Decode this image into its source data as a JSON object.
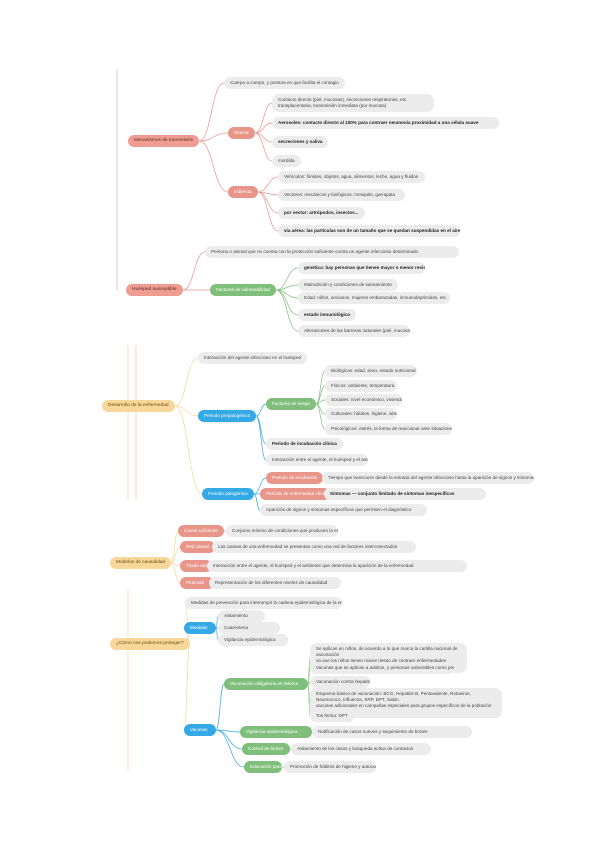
{
  "colors": {
    "red": "#e8958a",
    "green": "#7fbf7b",
    "blue": "#35a8e6",
    "yellow": "#f7d79a",
    "leaf": "#ececec",
    "line": "#c9c9c9"
  },
  "mecanismos": {
    "label": "Mecanismos de transmisión",
    "cuerpo_a_cuerpo": "Cuerpo a cuerpo, y postura en que facilita el contagio",
    "directa": {
      "label": "Directa",
      "leaf1_a": "Contacto directo (piel, mucosas), secreciones respiratorias, etc.",
      "leaf1_b": "transplacentaria, transmisión inmediata (por mucosa)",
      "leaf2": "Aerosoles: contacto directo al 100% para contraer neumonía proximidad a una célula suave",
      "leaf3": "secreciones y saliva",
      "leaf4": "mordida"
    },
    "indirecta": {
      "label": "Indirecta",
      "leaf1": "Vehículos: fómites, objetos, agua, alimentos, leche, agua y fluidos",
      "leaf2": "Vectores: mecánicos y biológicos: mosquito, garrapata",
      "leaf3": "por vector: artrópodos, insectos...",
      "leaf4": "via aérea: las partículas son de un tamaño que se quedan suspendidas en el aire"
    }
  },
  "huesped": {
    "label": "Huésped susceptible",
    "top": "Persona o animal que no cuenta con la protección suficiente contra un agente infeccioso determinado",
    "factores": {
      "label": "Factores de vulnerabilidad",
      "leaf1": "genética: hay personas que tienen mayor o menor resistencia",
      "leaf2": "Malnutrición y condiciones de saneamiento",
      "leaf3": "Edad: niños, ancianos, mujeres embarazadas, inmunodeprimidos, etc.",
      "leaf4": "estado inmunológico",
      "leaf5": "Alteraciones de las barreras naturales (piel, mucosas)"
    }
  },
  "enfermedad": {
    "label": "Desarrollo de la enfermedad",
    "top": "Interacción del agente infeccioso en el huésped",
    "prepatogenico": {
      "label": "Periodo prepatogénico",
      "sub": {
        "label": "Factores de riesgo",
        "leaf1": "Biológicos: edad, sexo, estado nutricional",
        "leaf2": "Físicos: ambiente, temperatura",
        "leaf3": "Sociales: nivel económico, vivienda",
        "leaf4": "Culturales: hábitos, higiene, alimentación",
        "leaf5": "Psicológicos: estrés, la forma de reaccionar ante situaciones"
      },
      "leaf_a": "Periodo de incubación clínica",
      "leaf_b": "Interacción entre el agente, el huésped y el ambiente"
    },
    "patogenico": {
      "label": "Periodo patogénico",
      "incubacion": {
        "label": "Periodo de incubación",
        "text": "Tiempo que transcurre desde la entrada del agente infeccioso hasta la aparición de signos y síntomas"
      },
      "clinica": {
        "label": "Período de enfermedad clínica",
        "text": "Síntomas — conjunto limitado de síntomas inespecíficos"
      },
      "bottom": "Aparición de signos y síntomas específicos que permiten el diagnóstico"
    }
  },
  "modelos": {
    "label": "Modelos de causalidad",
    "c1": {
      "label": "Causa suficiente",
      "text": "Conjunto mínimo de condiciones que producen la enfermedad"
    },
    "c2": {
      "label": "Red causal",
      "text": "Las causas de una enfermedad se presentan como una red de factores interconectados"
    },
    "c3": {
      "label": "Triada epidemiológica",
      "text": "Interacción entre el agente, el huésped y el ambiente que determina la aparición de la enfermedad"
    },
    "c4": {
      "label": "Pirámide",
      "text": "Representación de los diferentes niveles de causalidad"
    }
  },
  "proteger": {
    "label": "¿Cómo nos podemos proteger?",
    "top": "Medidas de prevención para interrumpir la cadena epidemiológica de la enfermedad",
    "medidas": {
      "label": "Medidas",
      "leaf1": "Aislamiento",
      "leaf2": "Cuarentena",
      "leaf3": "Vigilancia epidemiológica"
    },
    "vacunas": {
      "label": "Vacunas",
      "sub1": {
        "label": "Vacunación obligatoria en México",
        "leaf1_a": "Se aplican en niños, de acuerdo a lo que marca la cartilla nacional de vacunación",
        "leaf1_b": "ya que los niños tienen mayor riesgo de contraer enfermedades graves",
        "leaf2": "Vacunas que se aplican a adultos, y personas vulnerables como prevención",
        "leaf3": "Vacunación contra hepatitis B",
        "leaf4_a": "Esquema básico de vacunación: BCG, Hepatitis B, Pentavalente, Rotavirus, Neumococo, Influenza, SRP, DPT, Sabin",
        "leaf4_b": "vacunas adicionales en campañas especiales para grupos específicos de la población en riesgo",
        "leaf5": "Tos ferina: DPT"
      },
      "sub2": {
        "label": "Vigilancia epidemiológica",
        "text": "Notificación de casos nuevos y seguimiento de brotes"
      },
      "sub3": {
        "label": "Control de brotes",
        "text": "Aislamiento de los casos y búsqueda activa de contactos"
      },
      "sub4": {
        "label": "Educación para la salud",
        "text": "Promoción de hábitos de higiene y autocuidado"
      }
    }
  }
}
